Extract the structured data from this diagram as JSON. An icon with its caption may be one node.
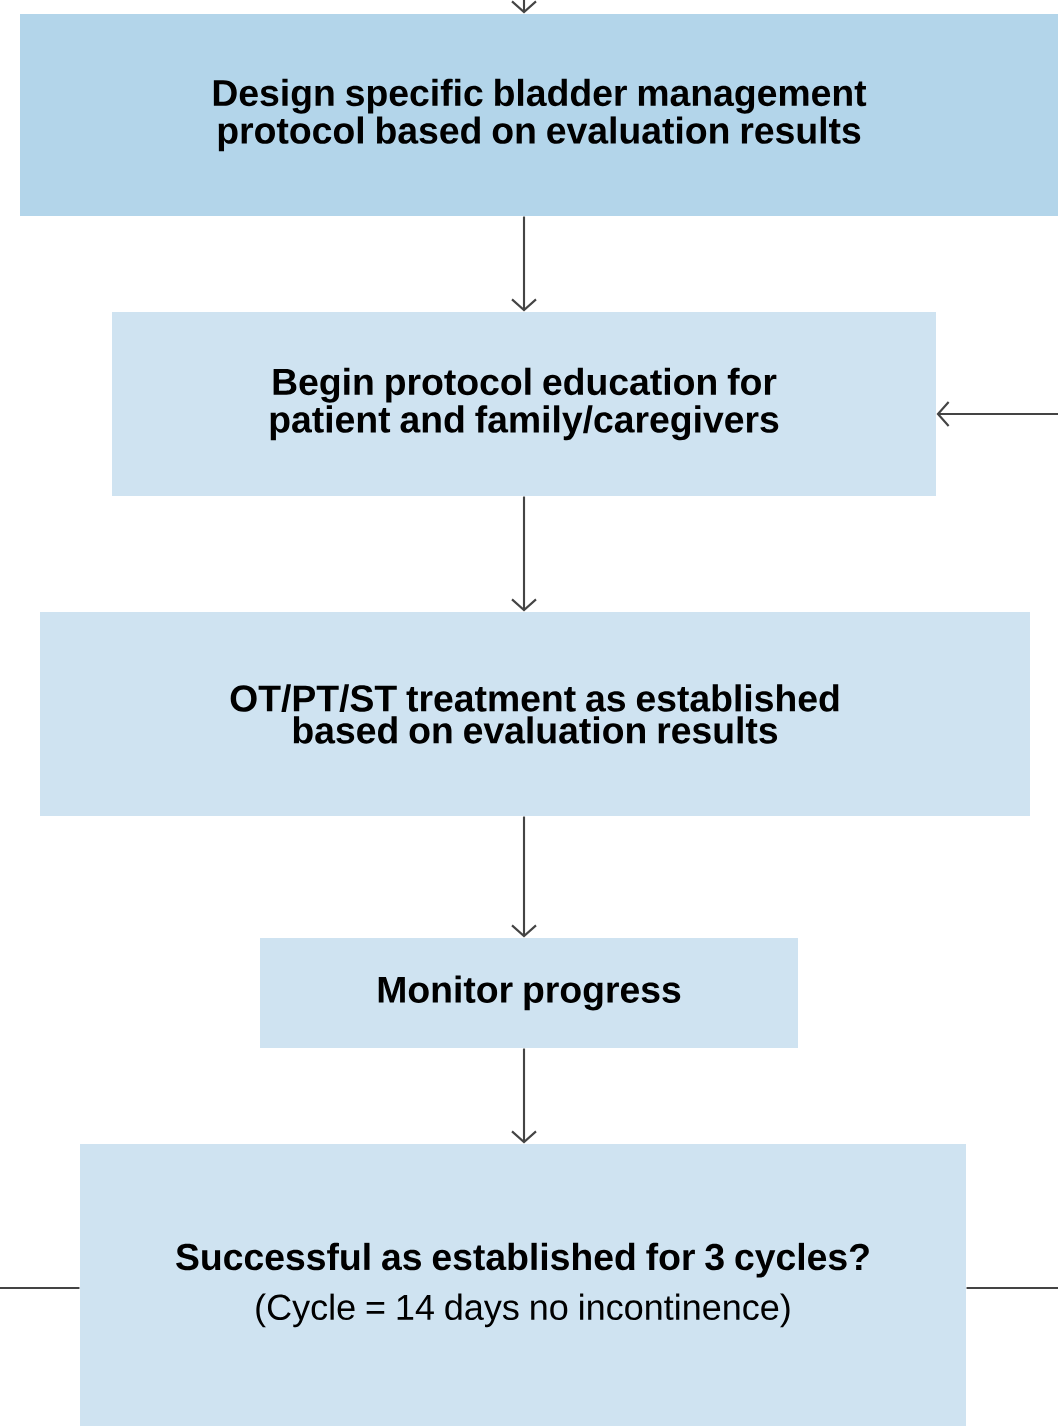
{
  "diagram": {
    "nodes": [
      {
        "text": [
          "Design specific bladder management protocol based on evaluation results"
        ]
      },
      {
        "text": [
          "Begin protocol education for patient and family/caregivers"
        ]
      },
      {
        "text": [
          "OT/PT/ST treatment as established based on evaluation results"
        ]
      },
      {
        "text": [
          "Monitor progress"
        ]
      },
      {
        "text": [
          "Successful as established for 3 cycles?",
          "(Cycle = 14 days no incontinence)"
        ]
      }
    ],
    "edges": [
      {
        "from": null,
        "to": 0,
        "arrow": "to"
      },
      {
        "from": 0,
        "to": 1,
        "arrow": "to"
      },
      {
        "from": 1,
        "to": 2,
        "arrow": "to"
      },
      {
        "from": 2,
        "to": 3,
        "arrow": "to"
      },
      {
        "from": 3,
        "to": 4,
        "arrow": "to"
      },
      {
        "from": null,
        "to": 1,
        "arrow": "to"
      },
      {
        "from": 4,
        "to": null,
        "arrow": "none"
      },
      {
        "from": 4,
        "to": null,
        "arrow": "none"
      }
    ]
  }
}
